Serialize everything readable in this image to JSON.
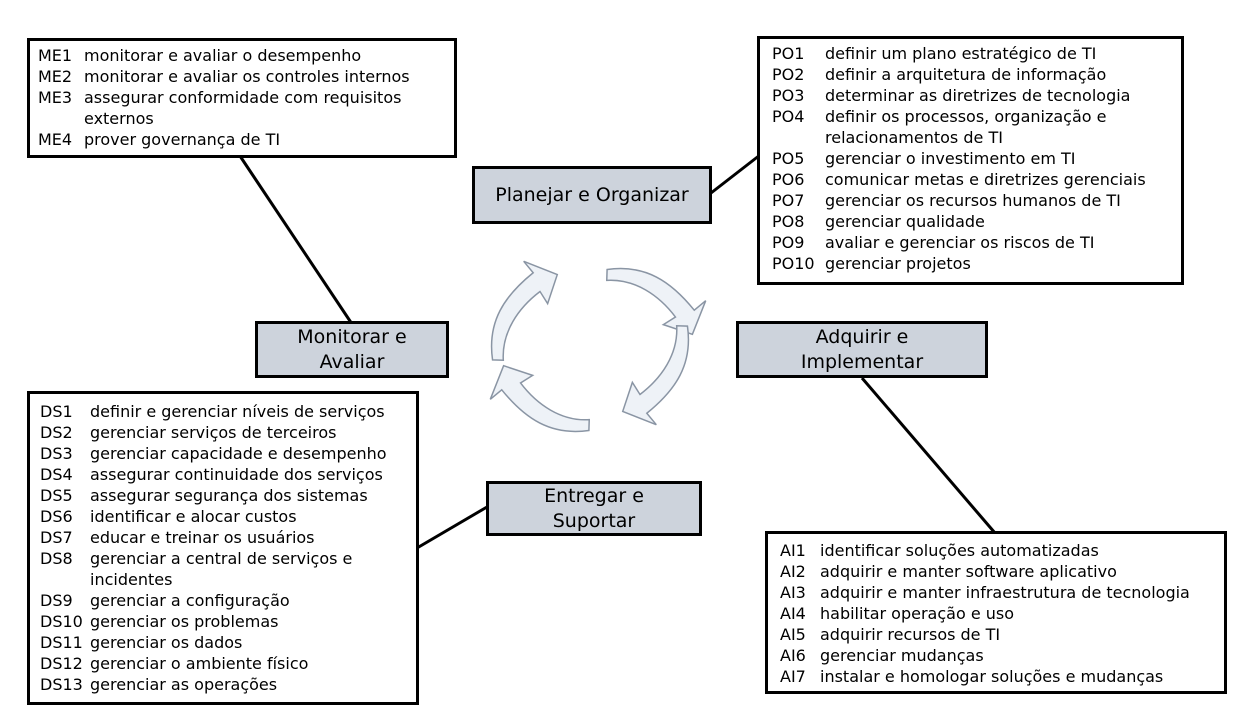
{
  "phases": {
    "po": {
      "label": "Planejar e Organizar"
    },
    "ai": {
      "label": "Adquirir e Implementar"
    },
    "ds": {
      "label": "Entregar e Suportar"
    },
    "me": {
      "label": "Monitorar e Avaliar"
    }
  },
  "me_list": [
    {
      "code": "ME1",
      "text": "monitorar e avaliar o desempenho"
    },
    {
      "code": "ME2",
      "text": "monitorar e avaliar os controles internos"
    },
    {
      "code": "ME3",
      "text": "assegurar conformidade com requisitos externos"
    },
    {
      "code": "ME4",
      "text": "prover governança de TI"
    }
  ],
  "po_list": [
    {
      "code": "PO1",
      "text": "definir um plano estratégico de TI"
    },
    {
      "code": "PO2",
      "text": "definir a arquitetura de informação"
    },
    {
      "code": "PO3",
      "text": "determinar as diretrizes de tecnologia"
    },
    {
      "code": "PO4",
      "text": "definir os processos, organização e relacionamentos de TI"
    },
    {
      "code": "PO5",
      "text": "gerenciar o investimento em TI"
    },
    {
      "code": "PO6",
      "text": "comunicar metas e diretrizes gerenciais"
    },
    {
      "code": "PO7",
      "text": "gerenciar os recursos humanos de TI"
    },
    {
      "code": "PO8",
      "text": "gerenciar qualidade"
    },
    {
      "code": "PO9",
      "text": "avaliar e gerenciar os riscos de TI"
    },
    {
      "code": "PO10",
      "text": "gerenciar projetos"
    }
  ],
  "ds_list": [
    {
      "code": "DS1",
      "text": "definir e gerenciar níveis de serviços"
    },
    {
      "code": "DS2",
      "text": "gerenciar serviços de terceiros"
    },
    {
      "code": "DS3",
      "text": "gerenciar capacidade e desempenho"
    },
    {
      "code": "DS4",
      "text": "assegurar continuidade dos serviços"
    },
    {
      "code": "DS5",
      "text": "assegurar segurança dos sistemas"
    },
    {
      "code": "DS6",
      "text": "identificar e alocar custos"
    },
    {
      "code": "DS7",
      "text": "educar e treinar os usuários"
    },
    {
      "code": "DS8",
      "text": "gerenciar a central de serviços e incidentes"
    },
    {
      "code": "DS9",
      "text": "gerenciar a configuração"
    },
    {
      "code": "DS10",
      "text": "gerenciar os problemas"
    },
    {
      "code": "DS11",
      "text": "gerenciar os dados"
    },
    {
      "code": "DS12",
      "text": "gerenciar o ambiente físico"
    },
    {
      "code": "DS13",
      "text": "gerenciar as operações"
    }
  ],
  "ai_list": [
    {
      "code": "AI1",
      "text": "identificar soluções automatizadas"
    },
    {
      "code": "AI2",
      "text": "adquirir e manter software aplicativo"
    },
    {
      "code": "AI3",
      "text": "adquirir e manter infraestrutura de tecnologia"
    },
    {
      "code": "AI4",
      "text": "habilitar operação e uso"
    },
    {
      "code": "AI5",
      "text": "adquirir recursos de TI"
    },
    {
      "code": "AI6",
      "text": "gerenciar mudanças"
    },
    {
      "code": "AI7",
      "text": "instalar e homologar soluções e mudanças"
    }
  ],
  "colors": {
    "phase_fill": "#cdd3dc",
    "cycle_arrow_fill": "#eef2f7",
    "cycle_arrow_stroke": "#8a95a4"
  }
}
